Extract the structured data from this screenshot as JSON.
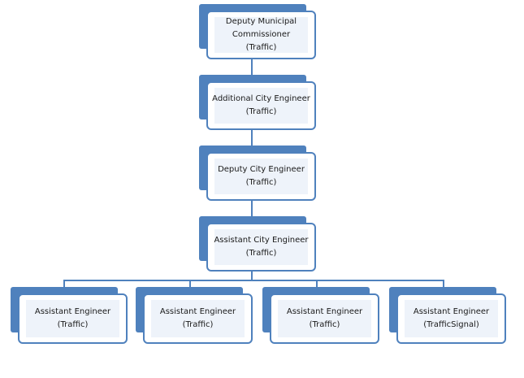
{
  "diagram": {
    "colors": {
      "accent": "#4f81bd",
      "box_fill": "#eef3fa",
      "text": "#1a1a1a"
    },
    "nodes": {
      "dmc": {
        "title_line1": "Deputy Municipal",
        "title_line2": "Commissioner",
        "dept": "(Traffic)"
      },
      "ace": {
        "title": "Additional City Engineer",
        "dept": "(Traffic)"
      },
      "dce": {
        "title": "Deputy City Engineer",
        "dept": "(Traffic)"
      },
      "asce": {
        "title": "Assistant City Engineer",
        "dept": "(Traffic)"
      },
      "ae": [
        {
          "title": "Assistant Engineer",
          "dept": "(Traffic)"
        },
        {
          "title": "Assistant Engineer",
          "dept": "(Traffic)"
        },
        {
          "title": "Assistant Engineer",
          "dept": "(Traffic)"
        },
        {
          "title": "Assistant Engineer",
          "dept": "(TrafficSignal)"
        }
      ]
    }
  }
}
